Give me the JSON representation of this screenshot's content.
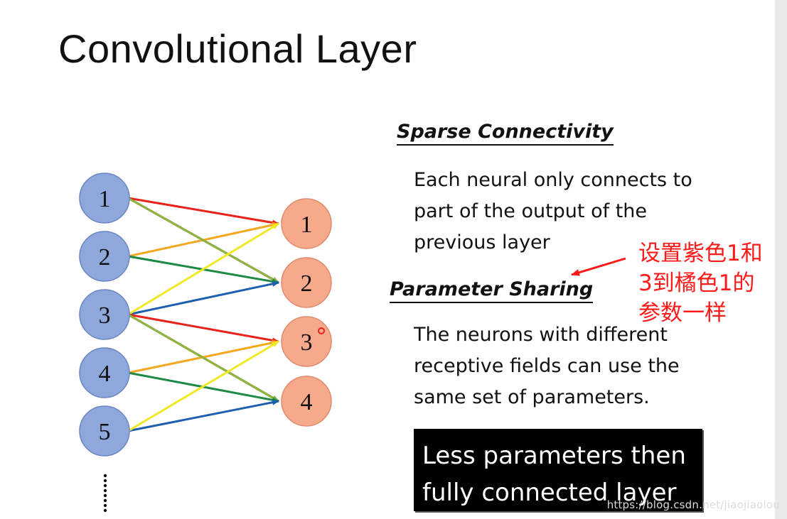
{
  "title": "Convolutional Layer",
  "diagram": {
    "input_nodes": [
      "1",
      "2",
      "3",
      "4",
      "5"
    ],
    "output_nodes": [
      "1",
      "2",
      "3",
      "4"
    ],
    "input_color": "#8fa8dc",
    "output_color": "#f7a98c",
    "edge_colors": {
      "red": "#e8231c",
      "orange": "#f5a81d",
      "olive": "#8fb53a",
      "green": "#1e8a46",
      "blue": "#1f5fb0",
      "yellow": "#f2e826",
      "black": "#111111"
    },
    "edges": [
      {
        "from": 0,
        "to": 0,
        "color": "red"
      },
      {
        "from": 0,
        "to": 1,
        "color": "black"
      },
      {
        "from": 1,
        "to": 0,
        "color": "orange"
      },
      {
        "from": 0,
        "to": 1,
        "color": "olive"
      },
      {
        "from": 1,
        "to": 1,
        "color": "green"
      },
      {
        "from": 2,
        "to": 1,
        "color": "blue"
      },
      {
        "from": 2,
        "to": 0,
        "color": "yellow"
      },
      {
        "from": 2,
        "to": 2,
        "color": "red"
      },
      {
        "from": 2,
        "to": 3,
        "color": "black"
      },
      {
        "from": 3,
        "to": 2,
        "color": "orange"
      },
      {
        "from": 2,
        "to": 3,
        "color": "olive"
      },
      {
        "from": 3,
        "to": 3,
        "color": "green"
      },
      {
        "from": 4,
        "to": 3,
        "color": "blue"
      },
      {
        "from": 4,
        "to": 2,
        "color": "yellow"
      }
    ]
  },
  "sparse": {
    "heading": "Sparse Connectivity",
    "lines": [
      "Each neural only connects to",
      "part of the output of the",
      "previous layer"
    ]
  },
  "sharing": {
    "heading": "Parameter Sharing",
    "lines": [
      "The neurons with different",
      "receptive fields can use the",
      "same set of parameters."
    ]
  },
  "annotation": {
    "text": "设置紫色1和3到橘色1的参数一样",
    "color": "#ff1a1a"
  },
  "conclusion": {
    "lines": [
      "Less parameters then",
      "fully connected layer"
    ]
  },
  "watermark": "https://blog.csdn.net/jiaojiaolou"
}
